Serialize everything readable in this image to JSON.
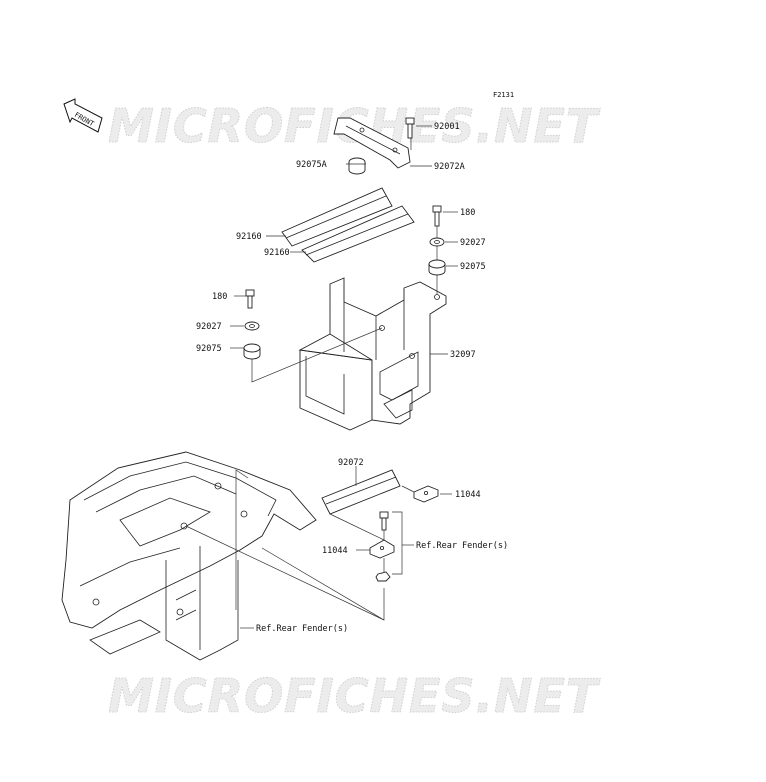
{
  "watermark": "MICROFICHES.NET",
  "figure_code": "F2131",
  "front_arrow": "FRONT",
  "parts": {
    "p92001": "92001",
    "p92075A": "92075A",
    "p92072A": "92072A",
    "p180_top": "180",
    "p92160_a": "92160",
    "p92160_b": "92160",
    "p92027_right": "92027",
    "p92075_right": "92075",
    "p180_left": "180",
    "p92027_left": "92027",
    "p92075_left": "92075",
    "p32097": "32097",
    "p92072": "92072",
    "p11044_right": "11044",
    "p11044_left": "11044"
  },
  "refs": {
    "rear_fender_1": "Ref.Rear Fender(s)",
    "rear_fender_2": "Ref.Rear Fender(s)"
  }
}
